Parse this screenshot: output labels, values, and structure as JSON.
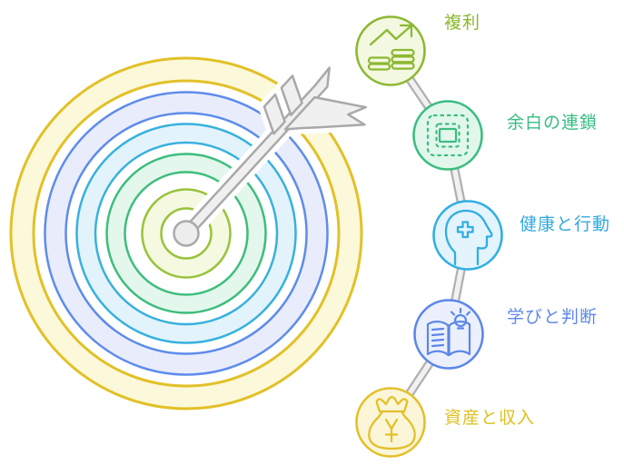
{
  "diagram": {
    "type": "target-with-arrow-and-node-chain",
    "background": "#ffffff",
    "target": {
      "rings": [
        {
          "name": "ring-outer-yellow",
          "stroke": "#e2c128",
          "fill": "#fcf8da"
        },
        {
          "name": "ring-blue",
          "stroke": "#5e8ceb",
          "fill": "#e9edfb"
        },
        {
          "name": "ring-cyan",
          "stroke": "#38b1de",
          "fill": "#e3f3fb"
        },
        {
          "name": "ring-green",
          "stroke": "#3dbd7d",
          "fill": "#e3f7ec"
        },
        {
          "name": "ring-center-lime",
          "stroke": "#9ac23c",
          "fill": "#f4f9e0"
        }
      ],
      "arrow": {
        "stroke": "#a9a9a9",
        "fill": "#f0f0f0"
      }
    },
    "connector_color": "#b0b0b0",
    "nodes": [
      {
        "label": "複利",
        "color": "#8ab72e",
        "icon": "growth-chart-coins-icon",
        "circle_stroke": "#8cb832",
        "circle_fill": "#f3f8e0"
      },
      {
        "label": "余白の連鎖",
        "color": "#35bd80",
        "icon": "margin-frame-icon",
        "circle_stroke": "#3bbd80",
        "circle_fill": "#e2f7eb"
      },
      {
        "label": "健康と行動",
        "color": "#30a9e0",
        "icon": "head-health-cross-icon",
        "circle_stroke": "#31aee3",
        "circle_fill": "#e4f4fc"
      },
      {
        "label": "学びと判断",
        "color": "#5d87e9",
        "icon": "book-lightbulb-icon",
        "circle_stroke": "#5c87e8",
        "circle_fill": "#ecf0fd"
      },
      {
        "label": "資産と収入",
        "color": "#dfbf1f",
        "icon": "money-bag-yen-icon",
        "circle_stroke": "#e3c02a",
        "circle_fill": "#fbf6d8"
      }
    ]
  }
}
